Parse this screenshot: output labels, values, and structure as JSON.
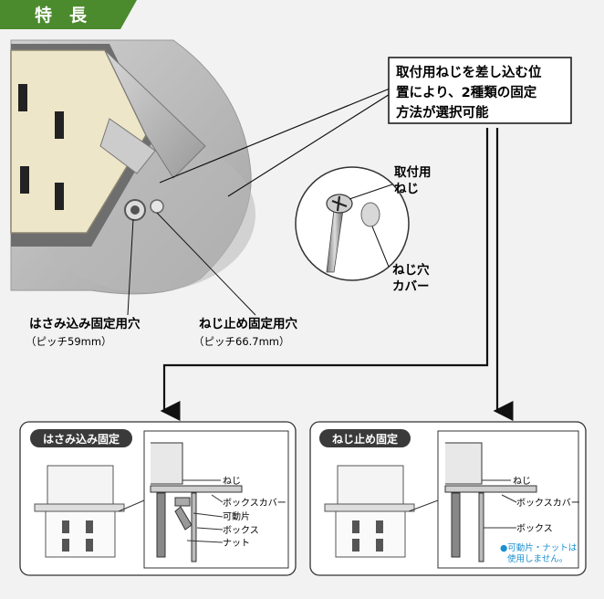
{
  "header": {
    "title": "特　長",
    "color": "#4c8a2e"
  },
  "callouts": {
    "main": [
      "取付用ねじを差し込む位",
      "置により、2種類の固定",
      "方法が選択可能"
    ],
    "screw": [
      "取付用",
      "ねじ"
    ],
    "cover": [
      "ねじ穴",
      "カバー"
    ],
    "hole_clamp": "はさみ込み固定用穴",
    "hole_clamp_pitch": "（ピッチ59mm）",
    "hole_screw": "ねじ止め固定用穴",
    "hole_screw_pitch": "（ピッチ66.7mm）"
  },
  "panels": [
    {
      "title": "はさみ込み固定",
      "labels": [
        "ねじ",
        "ボックスカバー",
        "可動片",
        "ボックス",
        "ナット"
      ]
    },
    {
      "title": "ねじ止め固定",
      "labels": [
        "ねじ",
        "ボックスカバー",
        "ボックス"
      ],
      "note": [
        "●可動片・ナットは",
        "使用しません。"
      ],
      "note_color": "#1b8fd0"
    }
  ]
}
